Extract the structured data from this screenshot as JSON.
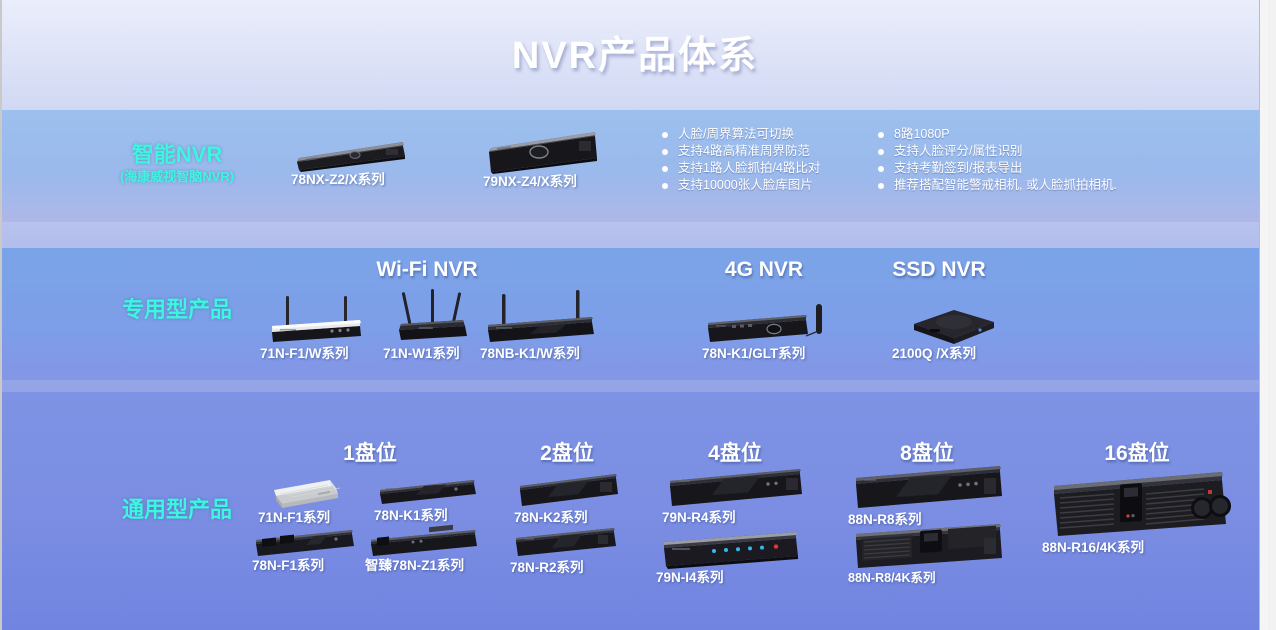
{
  "slide": {
    "title": "NVR产品体系",
    "accent_color": "#3ef5e0",
    "text_color": "#ffffff"
  },
  "rows": [
    {
      "id": "smart",
      "label": "智能NVR",
      "sublabel": "(海康威视智脑NVR)"
    },
    {
      "id": "special",
      "label": "专用型产品",
      "sublabel": ""
    },
    {
      "id": "general",
      "label": "通用型产品",
      "sublabel": ""
    }
  ],
  "smart_row": {
    "products": [
      {
        "name": "78NX-Z2/X系列"
      },
      {
        "name": "79NX-Z4/X系列"
      }
    ],
    "features_left": [
      "人脸/周界算法可切换",
      "支持4路高精准周界防范",
      "支持1路人脸抓拍/4路比对",
      "支持10000张人脸库图片"
    ],
    "features_right": [
      "8路1080P",
      "支持人脸评分/属性识别",
      "支持考勤签到/报表导出",
      "推荐搭配智能警戒相机, 或人脸抓拍相机."
    ]
  },
  "special_row": {
    "groups": [
      {
        "heading": "Wi-Fi NVR",
        "products": [
          {
            "name": "71N-F1/W系列"
          },
          {
            "name": "71N-W1系列"
          },
          {
            "name": "78NB-K1/W系列"
          }
        ]
      },
      {
        "heading": "4G NVR",
        "products": [
          {
            "name": "78N-K1/GLT系列"
          }
        ]
      },
      {
        "heading": "SSD NVR",
        "products": [
          {
            "name": "2100Q /X系列"
          }
        ]
      }
    ]
  },
  "general_row": {
    "groups": [
      {
        "heading": "1盘位",
        "products": [
          {
            "name": "71N-F1系列"
          },
          {
            "name": "78N-K1系列"
          },
          {
            "name": "78N-F1系列"
          },
          {
            "name": "智臻78N-Z1系列"
          }
        ]
      },
      {
        "heading": "2盘位",
        "products": [
          {
            "name": "78N-K2系列"
          },
          {
            "name": "78N-R2系列"
          }
        ]
      },
      {
        "heading": "4盘位",
        "products": [
          {
            "name": "79N-R4系列"
          },
          {
            "name": "79N-I4系列"
          }
        ]
      },
      {
        "heading": "8盘位",
        "products": [
          {
            "name": "88N-R8系列"
          },
          {
            "name": "88N-R8/4K系列"
          }
        ]
      },
      {
        "heading": "16盘位",
        "products": [
          {
            "name": "88N-R16/4K系列"
          }
        ]
      }
    ]
  }
}
